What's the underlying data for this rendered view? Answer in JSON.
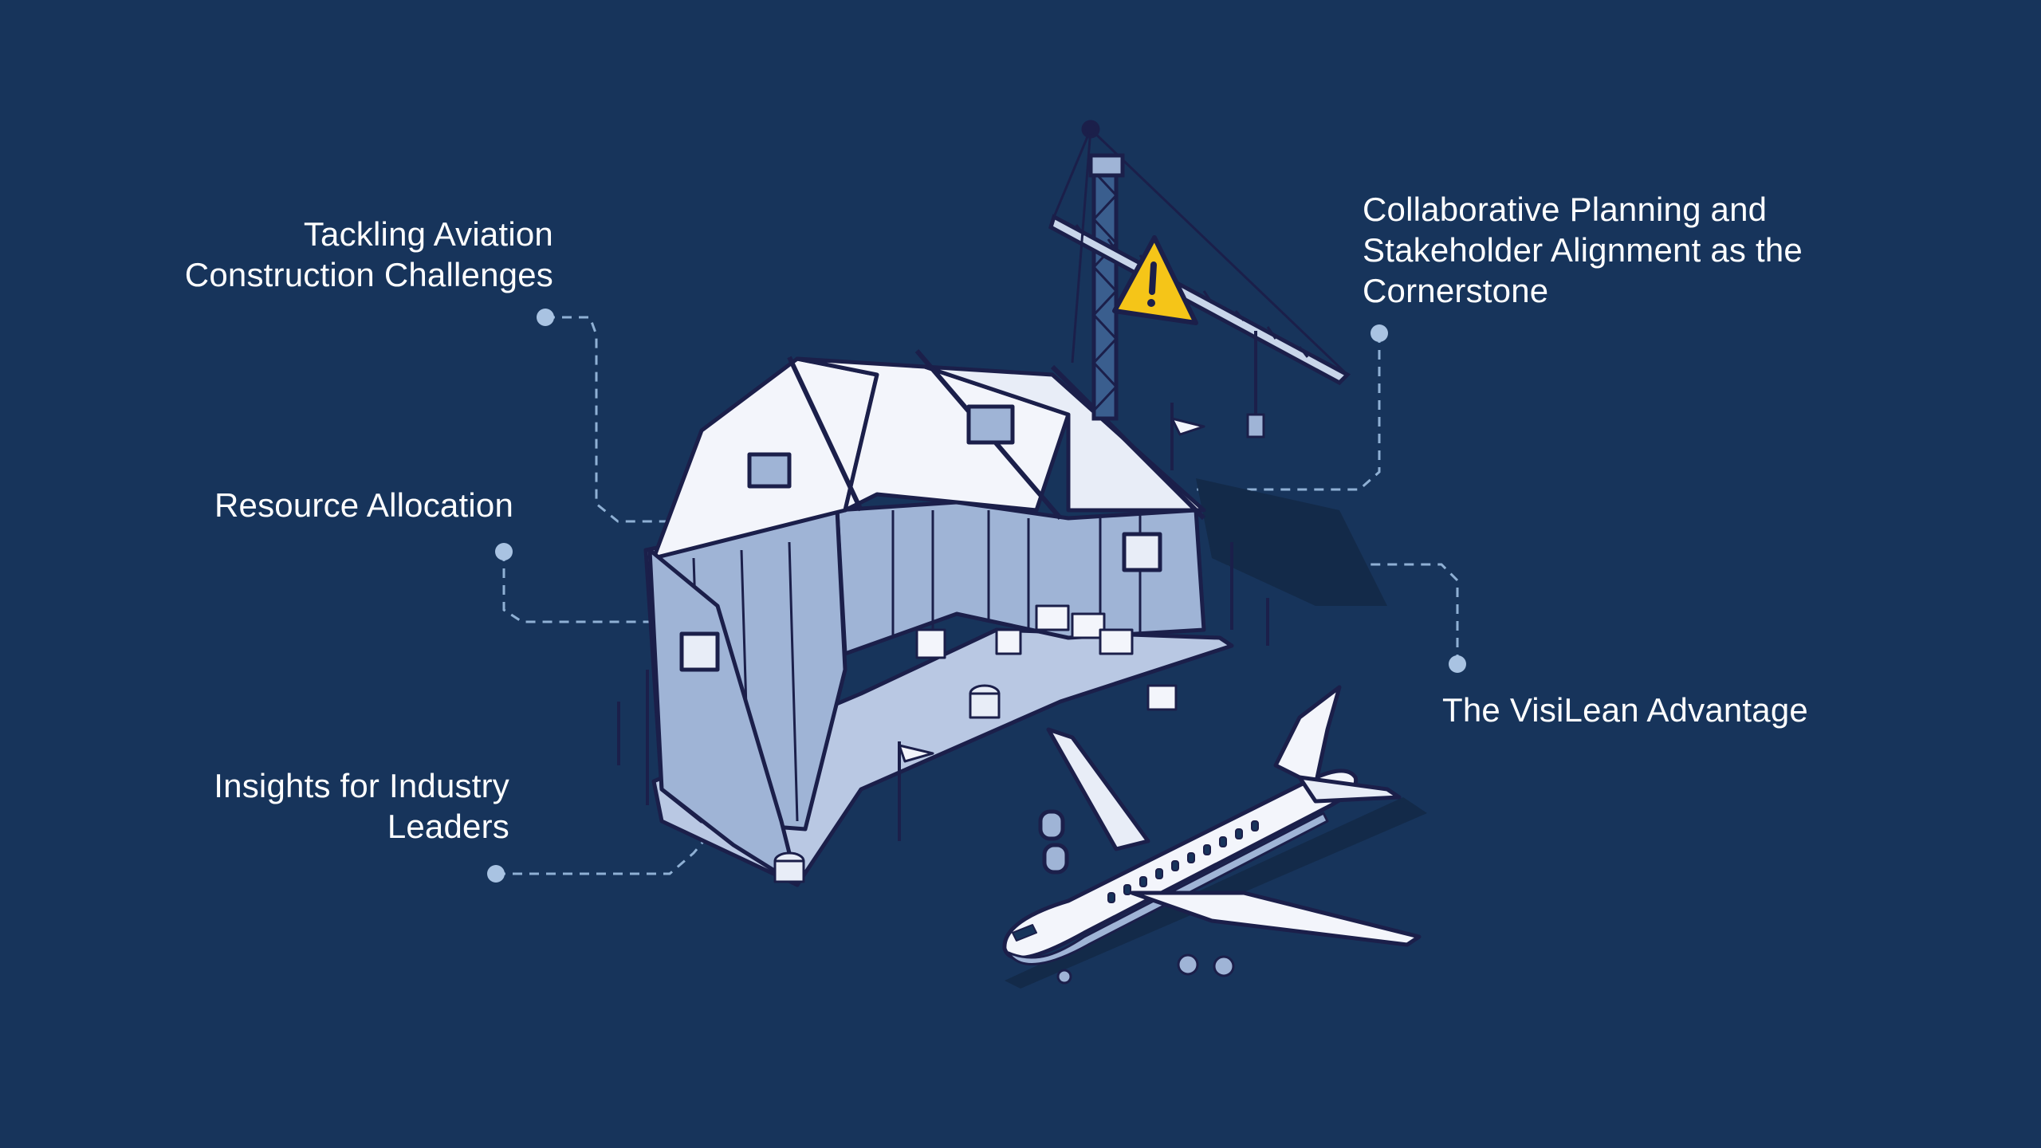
{
  "labels": {
    "tackling": [
      "Tackling Aviation",
      "Construction Challenges"
    ],
    "resource": [
      "Resource Allocation"
    ],
    "insights": [
      "Insights for Industry",
      "Leaders"
    ],
    "collab": [
      "Collaborative Planning and",
      "Stakeholder Alignment as the",
      "Cornerstone"
    ],
    "visilean": [
      "The VisiLean Advantage"
    ]
  },
  "colors": {
    "background": "#17345b",
    "text": "#ffffff",
    "connector": "#8fb0d4",
    "outline": "#1b1f4a",
    "roof": "#f3f5fb",
    "wall": "#9fb4d6",
    "floor": "#b9c8e3",
    "warning": "#f5c518"
  },
  "icons": {
    "illustration": "hangar-illustration",
    "crane": "crane-icon",
    "warning": "warning-icon",
    "airplane": "airplane-icon"
  }
}
